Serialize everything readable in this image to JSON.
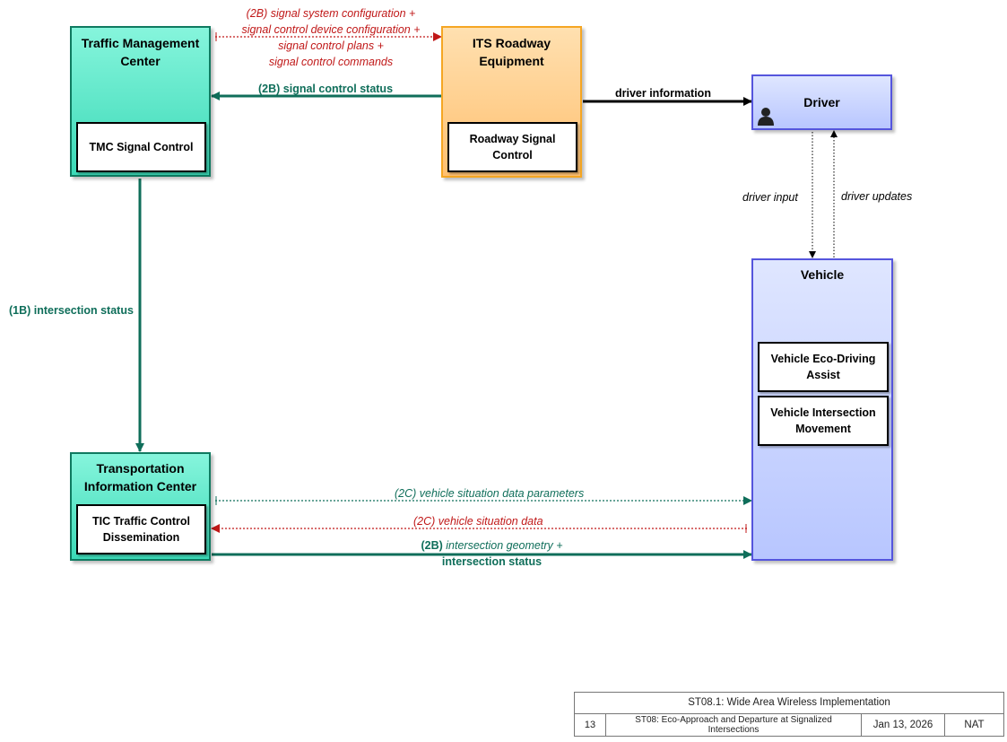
{
  "nodes": {
    "tmc": {
      "title": "Traffic Management\nCenter",
      "sub": "TMC Signal Control"
    },
    "its": {
      "title": "ITS Roadway\nEquipment",
      "sub": "Roadway Signal Control"
    },
    "driver": {
      "title": "Driver"
    },
    "vehicle": {
      "title": "Vehicle",
      "sub1": "Vehicle Eco-Driving Assist",
      "sub2": "Vehicle Intersection Movement"
    },
    "tic": {
      "title": "Transportation\nInformation Center",
      "sub": "TIC Traffic Control Dissemination"
    }
  },
  "flows": {
    "tmc_its_config": [
      "(2B) signal system configuration +",
      "signal control device configuration +",
      "signal control plans +",
      "signal control commands"
    ],
    "its_tmc_status": "(2B) signal control status",
    "its_driver": "driver information",
    "driver_input": "driver input",
    "driver_updates": "driver updates",
    "tmc_tic": "(1B) intersection status",
    "tic_vehicle_params": "(2C) vehicle situation data parameters",
    "vehicle_tic_data": "(2C) vehicle situation data",
    "tic_vehicle_geom_prefix": "(2B) ",
    "tic_vehicle_geom_it": "intersection geometry +",
    "tic_vehicle_geom_line2": "intersection status"
  },
  "title_block": {
    "project": "ST08.1: Wide Area Wireless Implementation",
    "number": "13",
    "service": "ST08: Eco-Approach and Departure at Signalized Intersections",
    "date": "Jan 13, 2026",
    "scope": "NAT"
  },
  "colors": {
    "green": "#0f6e5a",
    "red": "#c01818",
    "black": "#000000"
  },
  "icons": {
    "driver": "person-icon"
  }
}
